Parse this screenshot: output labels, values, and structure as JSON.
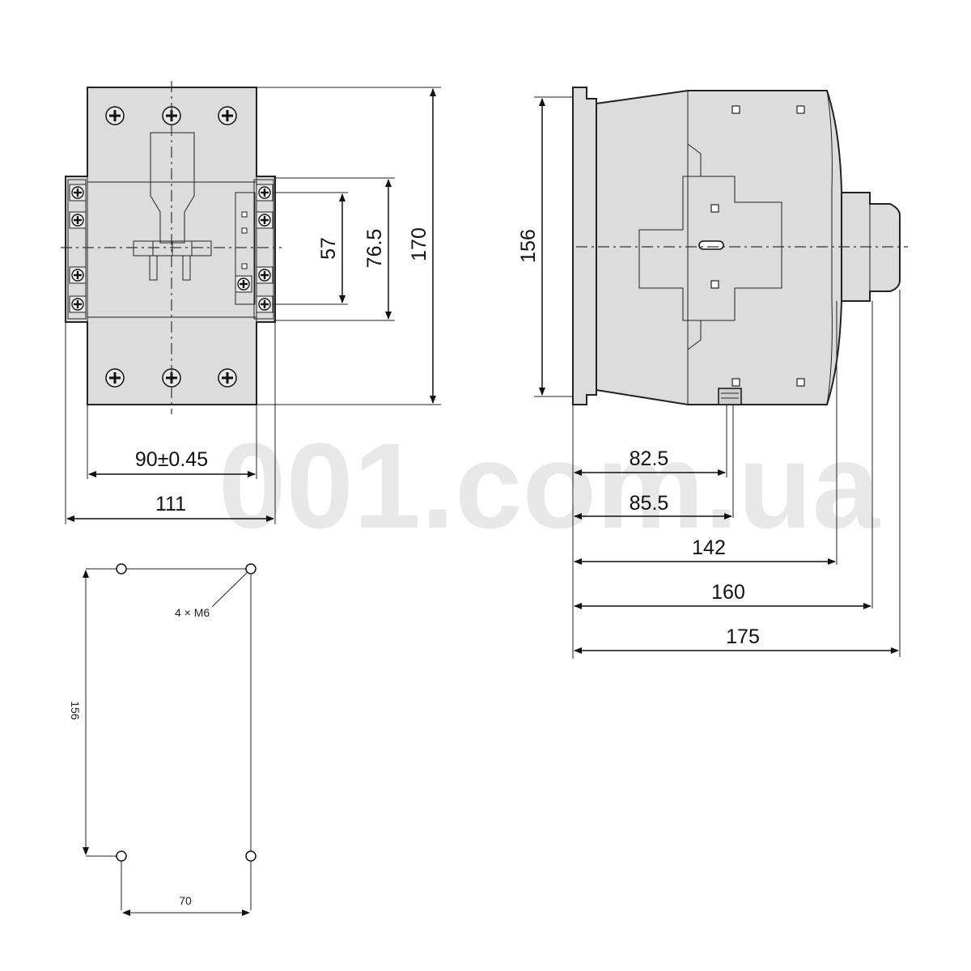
{
  "watermark": "001.com.ua",
  "front_view": {
    "dim_width_holes": "90±0.45",
    "dim_width_total": "111",
    "dim_terminal_57": "57",
    "dim_terminal_76_5": "76.5",
    "dim_height_170": "170"
  },
  "side_view": {
    "dim_height_156": "156",
    "dim_depth_82_5": "82.5",
    "dim_depth_85_5": "85.5",
    "dim_depth_142": "142",
    "dim_depth_160": "160",
    "dim_depth_175": "175"
  },
  "mounting_pattern": {
    "hole_callout": "4 × M6",
    "dim_vertical": "156",
    "dim_horizontal": "70"
  }
}
